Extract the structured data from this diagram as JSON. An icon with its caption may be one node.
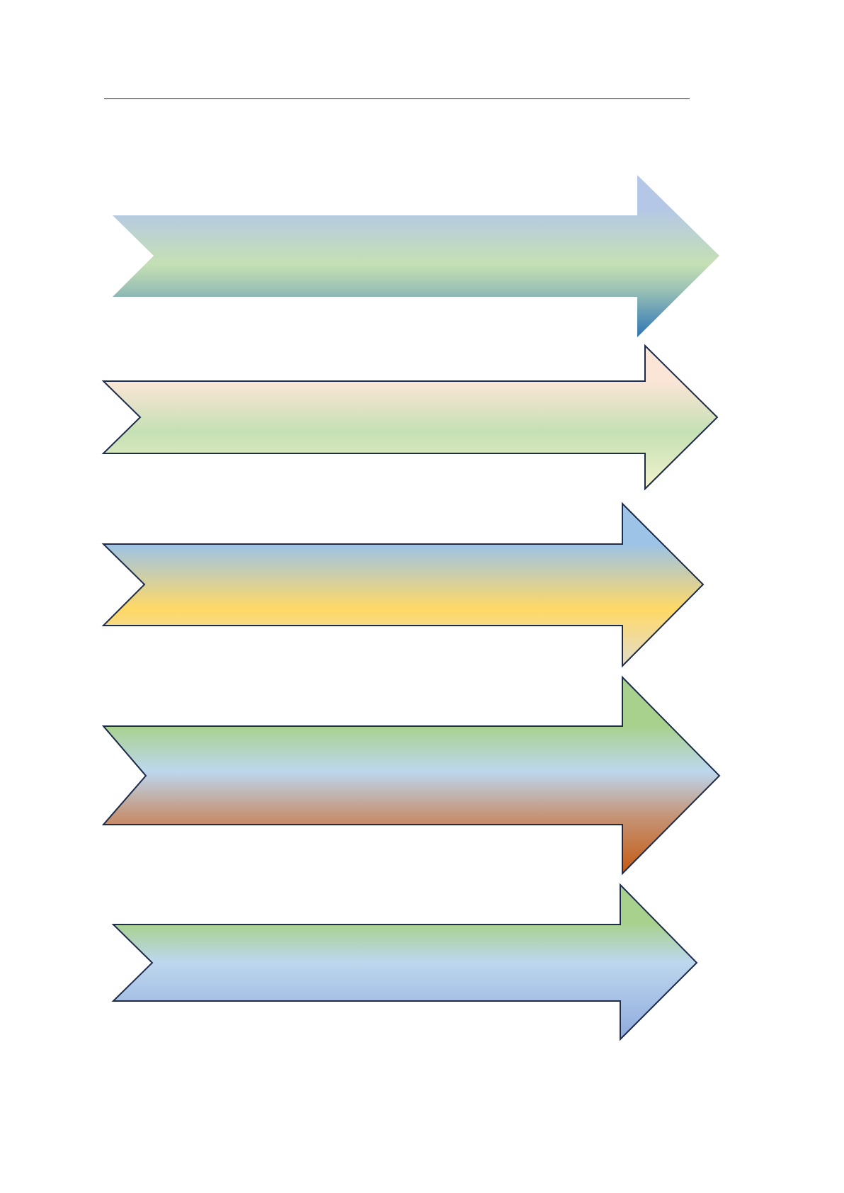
{
  "diagram": {
    "nodes": [
      {
        "text": [],
        "shape": "arrow"
      },
      {
        "text": [],
        "shape": "arrow"
      },
      {
        "text": [],
        "shape": "arrow"
      },
      {
        "text": [],
        "shape": "arrow"
      },
      {
        "text": [],
        "shape": "arrow"
      }
    ]
  }
}
